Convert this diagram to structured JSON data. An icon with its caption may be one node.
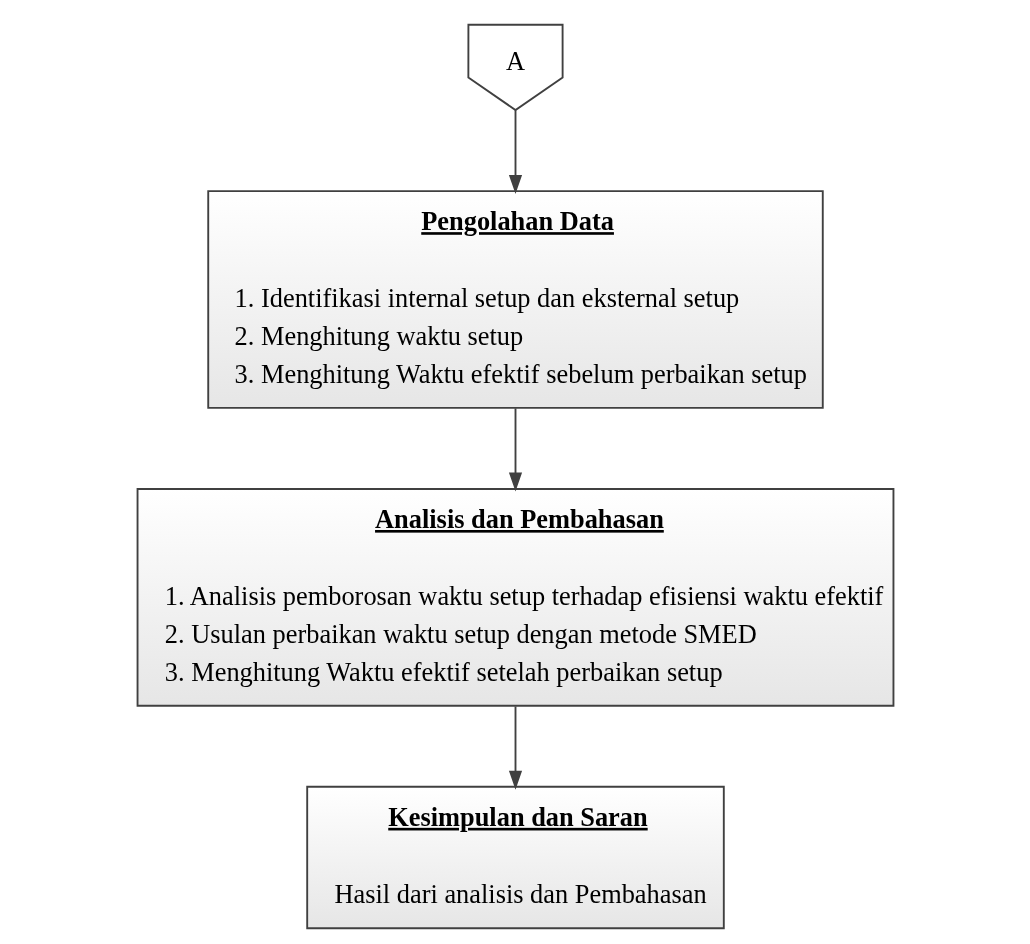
{
  "diagram": {
    "nodes": [
      {
        "text": [
          "A"
        ]
      },
      {
        "text": [
          "Pengolahan Data",
          "1. Identifikasi internal setup dan eksternal setup",
          "2. Menghitung waktu setup",
          "3. Menghitung Waktu efektif sebelum perbaikan setup"
        ]
      },
      {
        "text": [
          "Analisis dan Pembahasan",
          "1. Analisis pemborosan waktu setup terhadap efisiensi waktu efektif",
          "2. Usulan perbaikan waktu setup dengan metode SMED",
          "3. Menghitung Waktu efektif setelah perbaikan setup"
        ]
      },
      {
        "text": [
          "Kesimpulan dan Saran",
          "Hasil dari analisis dan Pembahasan"
        ]
      }
    ],
    "edges": [
      {
        "from": 0,
        "to": 1,
        "arrow": "to"
      },
      {
        "from": 1,
        "to": 2,
        "arrow": "to"
      },
      {
        "from": 2,
        "to": 3,
        "arrow": "to"
      }
    ]
  }
}
